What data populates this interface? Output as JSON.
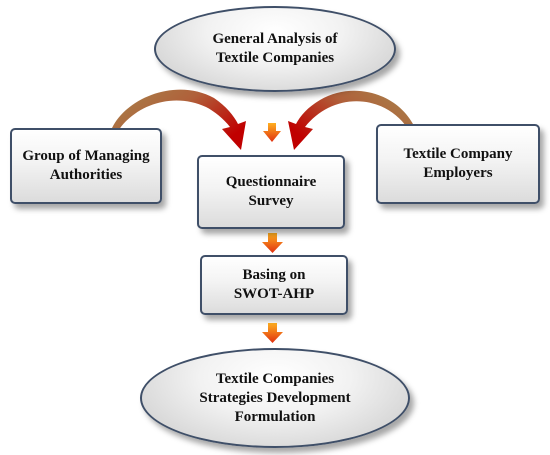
{
  "diagram": {
    "nodes": {
      "general_analysis": "General Analysis of\nTextile Companies",
      "managing_authorities": "Group of Managing\nAuthorities",
      "company_employers": "Textile Company\nEmployers",
      "questionnaire": "Questionnaire\nSurvey",
      "swot_ahp": "Basing on\nSWOT-AHP",
      "strategies": "Textile Companies\nStrategies  Development\nFormulation"
    },
    "edges": [
      {
        "from": "general_analysis",
        "to": "questionnaire"
      },
      {
        "from": "managing_authorities",
        "to": "questionnaire"
      },
      {
        "from": "company_employers",
        "to": "questionnaire"
      },
      {
        "from": "questionnaire",
        "to": "swot_ahp"
      },
      {
        "from": "swot_ahp",
        "to": "strategies"
      }
    ],
    "colors": {
      "node_border": "#3f4f68",
      "small_arrow_top": "#ffb020",
      "small_arrow_bottom": "#e03010",
      "curved_arrow_tail": "#b07838",
      "curved_arrow_head": "#c00000"
    }
  }
}
